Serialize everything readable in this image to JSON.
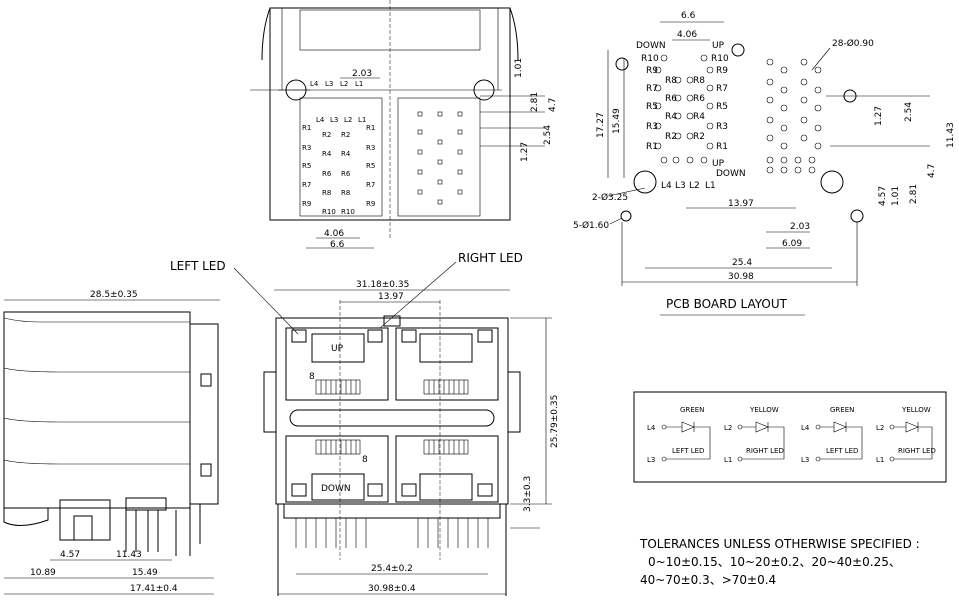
{
  "top_view": {
    "dims": {
      "d203": "2.03",
      "d101": "1.01",
      "d281": "2.81",
      "d47": "4.7",
      "d254": "2.54",
      "d127": "1.27",
      "d406": "4.06",
      "d66": "6.6"
    },
    "leds_left": [
      "L4",
      "L3",
      "L2",
      "L1"
    ],
    "leds_right": [
      "L4",
      "L3",
      "L2",
      "L1"
    ],
    "pins_left_col": [
      "R1",
      "R3",
      "R5",
      "R7",
      "R9"
    ],
    "pins_mid_col_a": [
      "R2",
      "R4",
      "R6",
      "R8",
      "R10"
    ],
    "pins_mid_col_b": [
      "R2",
      "R4",
      "R6",
      "R8",
      "R10"
    ],
    "pins_right_col": [
      "R1",
      "R3",
      "R5",
      "R7",
      "R9"
    ]
  },
  "pcb_layout": {
    "title": "PCB BOARD LAYOUT",
    "dims": {
      "d66": "6.6",
      "d406": "4.06",
      "d2890": "28-Ø0.90",
      "d1727": "17.27",
      "d1549": "15.49",
      "d1397": "13.97",
      "d254": "25.4",
      "d3098": "30.98",
      "d609": "6.09",
      "d203": "2.03",
      "d127": "1.27",
      "d254b": "2.54",
      "d1143": "11.43",
      "d47": "4.7",
      "d457": "4.57",
      "d101": "1.01",
      "d281": "2.81"
    },
    "holes_big": "2-Ø3.25",
    "holes_small": "5-Ø1.60",
    "up": "UP",
    "down": "DOWN",
    "pin_labels_left": [
      "R10",
      "R9",
      "R8",
      "R7",
      "R6",
      "R5",
      "R4",
      "R3",
      "R2",
      "R1"
    ],
    "pin_labels_right": [
      "R10",
      "R9",
      "R8",
      "R7",
      "R6",
      "R5",
      "R4",
      "R3",
      "R2",
      "R1"
    ],
    "led_labels": [
      "L4",
      "L3",
      "L2",
      "L1"
    ]
  },
  "side_view": {
    "dims": {
      "d285": "28.5±0.35",
      "d457": "4.57",
      "d1143": "11.43",
      "d1089": "10.89",
      "d1549": "15.49",
      "d1741": "17.41±0.4"
    }
  },
  "front_view": {
    "left_led": "LEFT LED",
    "right_led": "RIGHT LED",
    "up": "UP",
    "down": "DOWN",
    "pin8a": "8",
    "pin8b": "8",
    "dims": {
      "d3118": "31.18±0.35",
      "d1397": "13.97",
      "d2579": "25.79±0.35",
      "d33": "3.3±0.3",
      "d254": "25.4±0.2",
      "d3098": "30.98±0.4"
    }
  },
  "led_schematic": [
    {
      "color": "GREEN",
      "a": "L4",
      "b": "L3",
      "label": "LEFT LED"
    },
    {
      "color": "YELLOW",
      "a": "L2",
      "b": "L1",
      "label": "RIGHT LED"
    },
    {
      "color": "GREEN",
      "a": "L4",
      "b": "L3",
      "label": "LEFT LED"
    },
    {
      "color": "YELLOW",
      "a": "L2",
      "b": "L1",
      "label": "RIGHT LED"
    }
  ],
  "tolerances": {
    "line1": "TOLERANCES UNLESS OTHERWISE SPECIFIED :",
    "line2": "0~10±0.15、10~20±0.2、20~40±0.25、",
    "line3": "40~70±0.3、>70±0.4"
  }
}
